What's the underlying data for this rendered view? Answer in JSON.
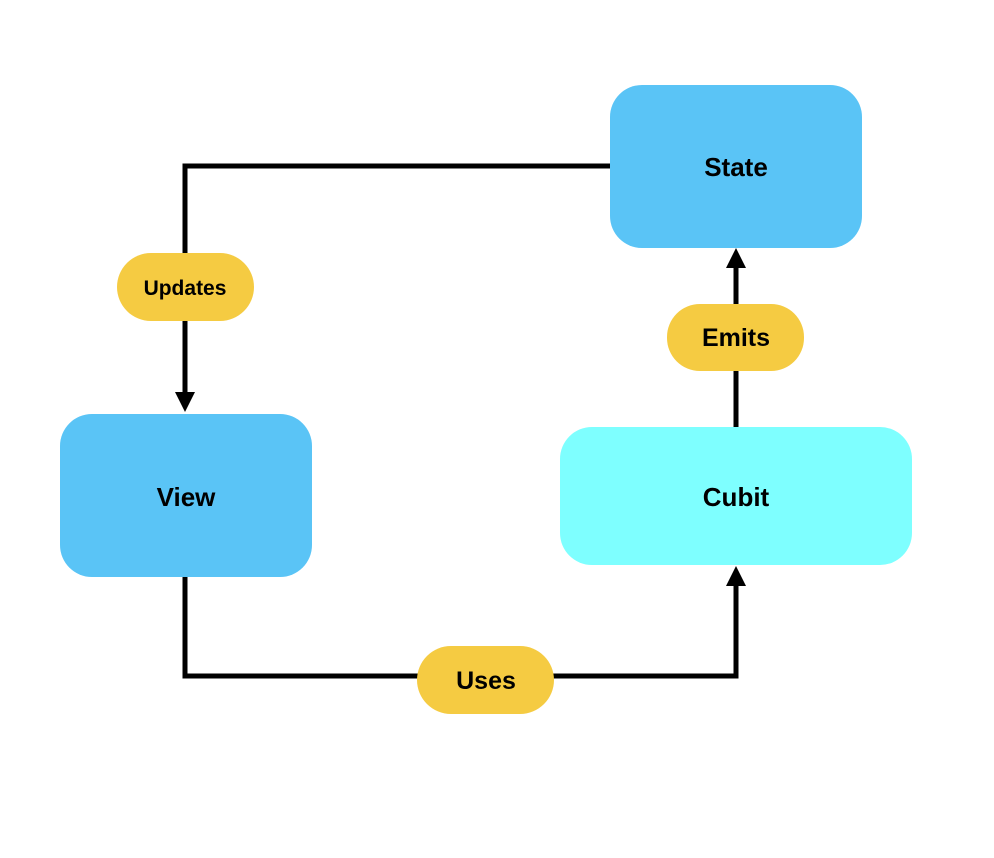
{
  "nodes": {
    "state": {
      "label": "State",
      "color": "#5AC4F6"
    },
    "view": {
      "label": "View",
      "color": "#5AC4F6"
    },
    "cubit": {
      "label": "Cubit",
      "color": "#7EFFFF"
    }
  },
  "edges": {
    "updates": {
      "label": "Updates",
      "from": "State",
      "to": "View"
    },
    "uses": {
      "label": "Uses",
      "from": "View",
      "to": "Cubit"
    },
    "emits": {
      "label": "Emits",
      "from": "Cubit",
      "to": "State"
    }
  },
  "colors": {
    "edge_label_fill": "#F5CB42",
    "connector": "#000000"
  }
}
